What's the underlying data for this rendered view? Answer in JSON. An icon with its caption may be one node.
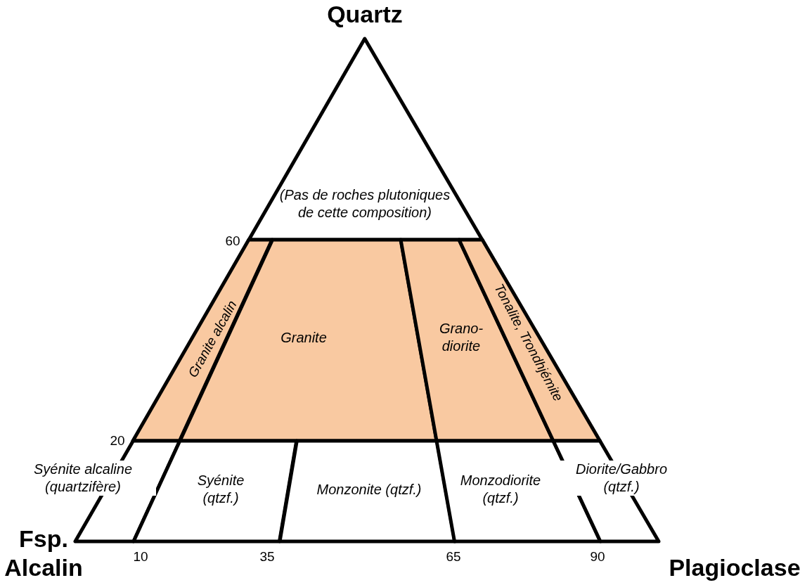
{
  "diagram": {
    "nodes": [
      {
        "text": [
          "(Pas de roches plutoniques de cette composition)"
        ]
      },
      {
        "text": [
          "Granite alcalin"
        ]
      },
      {
        "text": [
          "Granite"
        ]
      },
      {
        "text": [
          "Grano-diorite"
        ]
      },
      {
        "text": [
          "Tonalite, Trondhjémite"
        ]
      },
      {
        "text": [
          "Syénite alcaline (quartzifère)"
        ]
      },
      {
        "text": [
          "Syénite (qtzf.)"
        ]
      },
      {
        "text": [
          "Monzonite (qtzf.)"
        ]
      },
      {
        "text": [
          "Monzodiorite (qtzf.)"
        ]
      },
      {
        "text": [
          "Diorite/Gabbro (qtzf.)"
        ]
      }
    ],
    "labels": [
      "Quartz",
      "60",
      "20",
      "Fsp. Alcalin",
      "10",
      "35",
      "65",
      "90",
      "Plagioclase"
    ]
  }
}
